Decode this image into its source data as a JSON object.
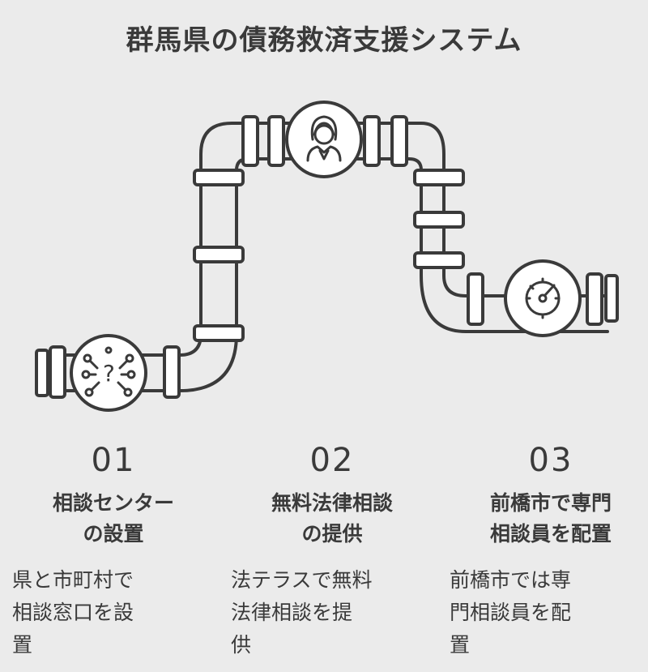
{
  "title": "群馬県の債務救済支援システム",
  "steps": [
    {
      "number": "01",
      "heading_line1": "相談センター",
      "heading_line2": "の設置",
      "desc_line1": "県と市町村で",
      "desc_line2": "相談窓口を設",
      "desc_line3": "置",
      "icon": "question-network-icon"
    },
    {
      "number": "02",
      "heading_line1": "無料法律相談",
      "heading_line2": "の提供",
      "desc_line1": "法テラスで無料",
      "desc_line2": "法律相談を提",
      "desc_line3": "供",
      "icon": "lawyer-icon"
    },
    {
      "number": "03",
      "heading_line1": "前橋市で専門",
      "heading_line2": "相談員を配置",
      "desc_line1": "前橋市では専",
      "desc_line2": "門相談員を配",
      "desc_line3": "置",
      "icon": "gauge-icon"
    }
  ],
  "colors": {
    "background": "#ebebeb",
    "stroke": "#3a3a3a",
    "pipe_fill": "#ffffff"
  }
}
